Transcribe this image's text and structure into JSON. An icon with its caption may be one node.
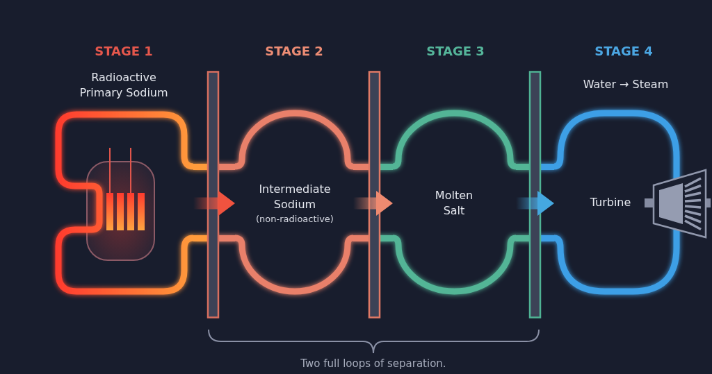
{
  "diagram": {
    "nodes": [
      {
        "text": [
          "STAGE 1",
          "Radioactive Primary Sodium"
        ]
      },
      {
        "text": [
          "STAGE 2",
          "Intermediate Sodium",
          "(non-radioactive)"
        ]
      },
      {
        "text": [
          "STAGE 3",
          "Molten Salt"
        ]
      },
      {
        "text": [
          "STAGE 4",
          "Water → Steam",
          "Turbine"
        ]
      }
    ],
    "edges": [
      {
        "from": 0,
        "to": 1,
        "arrow": "to",
        "color": "#f0533f"
      },
      {
        "from": 1,
        "to": 2,
        "arrow": "to",
        "color": "#ee8a70"
      },
      {
        "from": 2,
        "to": 3,
        "arrow": "to",
        "color": "#45a8e0"
      }
    ],
    "labels": [
      "Two full loops of separation."
    ]
  }
}
